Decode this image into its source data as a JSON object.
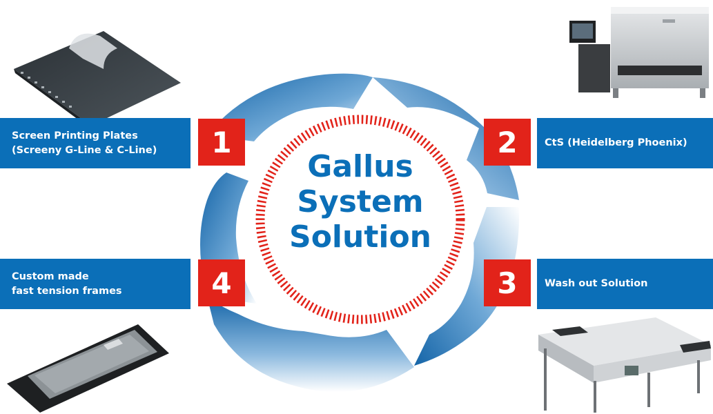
{
  "diagram": {
    "center_title_lines": [
      "Gallus",
      "System",
      "Solution"
    ],
    "steps": [
      {
        "number": "1",
        "label": "Screen Printing Plates\n(Screeny G-Line & C-Line)",
        "image_icon": "screen-printing-plate-image"
      },
      {
        "number": "2",
        "label": "CtS (Heidelberg Phoenix)",
        "image_icon": "cts-machine-image"
      },
      {
        "number": "3",
        "label": "Wash out Solution",
        "image_icon": "wash-out-unit-image"
      },
      {
        "number": "4",
        "label": "Custom made\nfast tension frames",
        "image_icon": "tension-frame-image"
      }
    ]
  },
  "colors": {
    "brand_blue": "#0b6fb8",
    "accent_red": "#e2231a",
    "white": "#ffffff"
  }
}
